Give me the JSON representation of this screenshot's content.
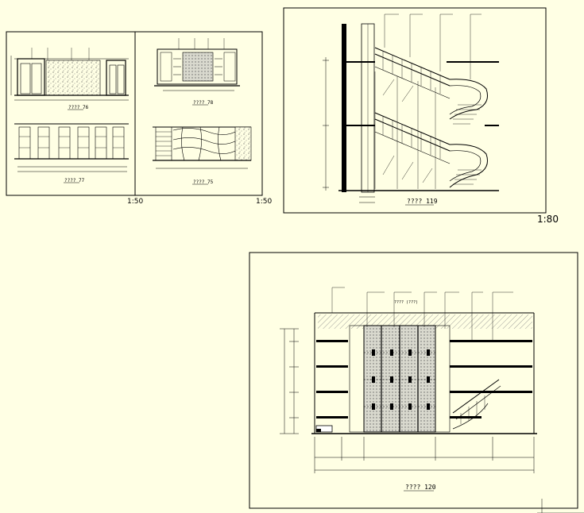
{
  "sheets": {
    "small_set": {
      "views": [
        {
          "id": "view-1",
          "caption": "???? 76"
        },
        {
          "id": "view-2",
          "caption": "???? 78"
        },
        {
          "id": "view-3",
          "caption": "???? 77"
        },
        {
          "id": "view-4",
          "caption": "???? 75"
        }
      ],
      "scale_left": "1:50",
      "scale_right": "1:50"
    },
    "stair_section": {
      "caption": "???? 119",
      "scale": "1:80"
    },
    "wall_elevation": {
      "caption": "???? 120",
      "note": "???? (???)"
    }
  },
  "colors": {
    "background": "#ffffe4",
    "line": "#000000",
    "hatch": "#b9b9b0"
  }
}
